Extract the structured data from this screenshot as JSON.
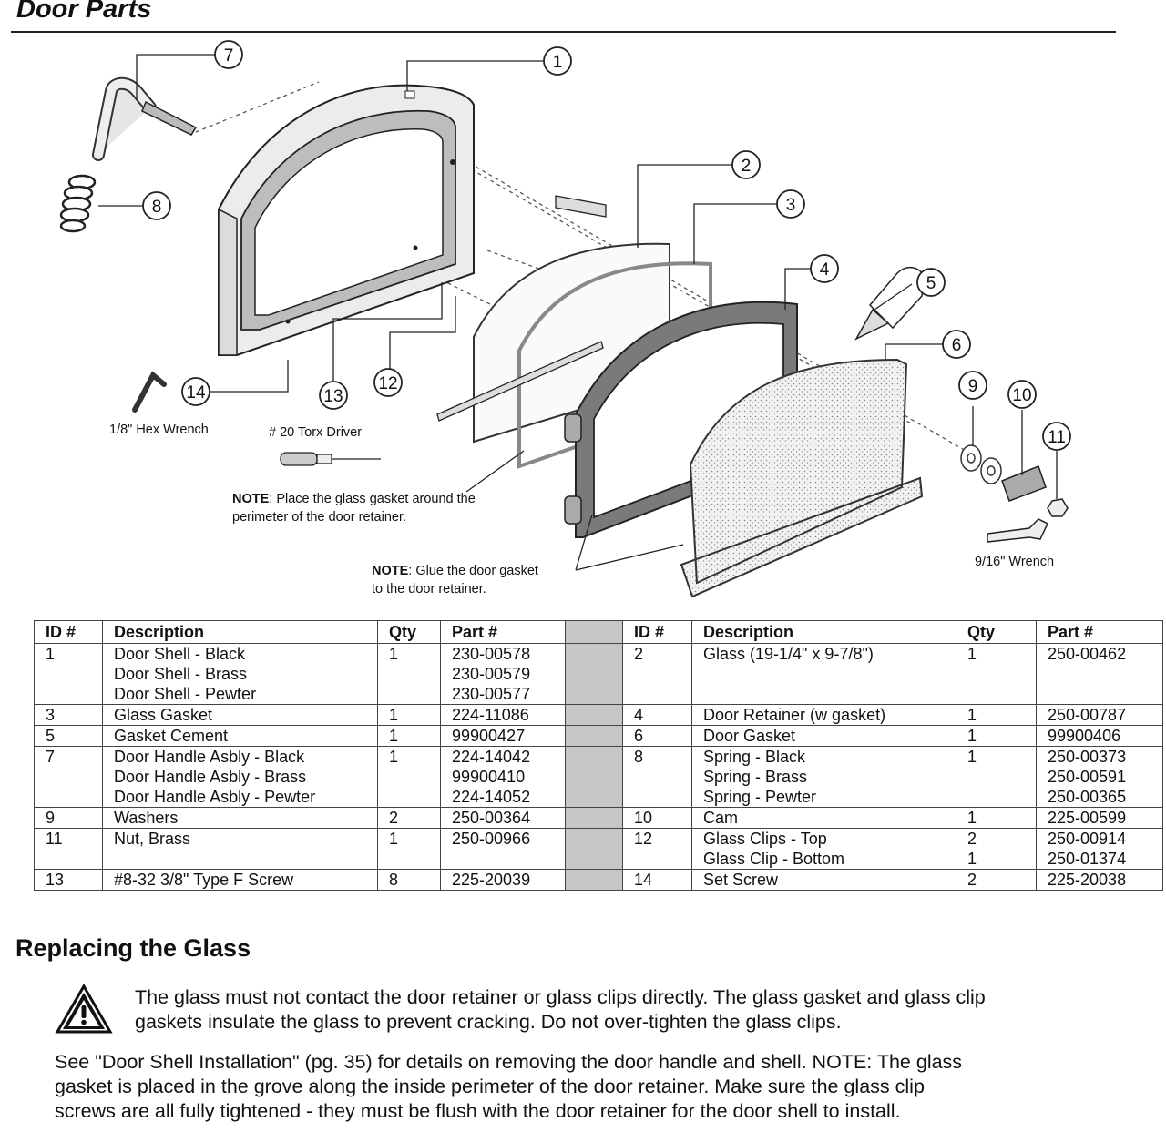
{
  "header": {
    "title": "Door Parts"
  },
  "diagram": {
    "callouts": [
      "1",
      "2",
      "3",
      "4",
      "5",
      "6",
      "7",
      "8",
      "9",
      "10",
      "11",
      "12",
      "13",
      "14"
    ],
    "tools": {
      "hex_wrench": "1/8\" Hex Wrench",
      "torx_driver": "# 20 Torx Driver",
      "wrench": "9/16\" Wrench"
    },
    "notes": {
      "glass_gasket": {
        "label": "NOTE",
        "line1": ": Place the glass gasket around the",
        "line2": "perimeter of the door retainer."
      },
      "door_gasket": {
        "label": "NOTE",
        "line1": ": Glue the door gasket",
        "line2": "to the door retainer."
      }
    }
  },
  "parts_table": {
    "headers": [
      "ID #",
      "Description",
      "Qty",
      "Part #",
      "ID #",
      "Description",
      "Qty",
      "Part #"
    ],
    "rows": [
      {
        "left": {
          "id": "1",
          "desc": [
            "Door Shell - Black",
            "Door Shell - Brass",
            "Door Shell - Pewter"
          ],
          "qty": [
            "1"
          ],
          "part": [
            "230-00578",
            "230-00579",
            "230-00577"
          ]
        },
        "right": {
          "id": "2",
          "desc": [
            "Glass (19-1/4\" x 9-7/8\")"
          ],
          "qty": [
            "1"
          ],
          "part": [
            "250-00462"
          ]
        }
      },
      {
        "left": {
          "id": "3",
          "desc": [
            "Glass Gasket"
          ],
          "qty": [
            "1"
          ],
          "part": [
            "224-11086"
          ]
        },
        "right": {
          "id": "4",
          "desc": [
            "Door  Retainer (w gasket)"
          ],
          "qty": [
            "1"
          ],
          "part": [
            "250-00787"
          ]
        }
      },
      {
        "left": {
          "id": "5",
          "desc": [
            "Gasket Cement"
          ],
          "qty": [
            "1"
          ],
          "part": [
            "99900427"
          ]
        },
        "right": {
          "id": "6",
          "desc": [
            "Door Gasket"
          ],
          "qty": [
            "1"
          ],
          "part": [
            "99900406"
          ]
        }
      },
      {
        "left": {
          "id": "7",
          "desc": [
            "Door Handle Asbly - Black",
            "Door Handle Asbly - Brass",
            "Door Handle Asbly - Pewter"
          ],
          "qty": [
            "1"
          ],
          "part": [
            "224-14042",
            "99900410",
            "224-14052"
          ]
        },
        "right": {
          "id": "8",
          "desc": [
            "Spring - Black",
            "Spring - Brass",
            "Spring - Pewter"
          ],
          "qty": [
            "1"
          ],
          "part": [
            "250-00373",
            "250-00591",
            "250-00365"
          ]
        }
      },
      {
        "left": {
          "id": "9",
          "desc": [
            "Washers"
          ],
          "qty": [
            "2"
          ],
          "part": [
            "250-00364"
          ]
        },
        "right": {
          "id": "10",
          "desc": [
            "Cam"
          ],
          "qty": [
            "1"
          ],
          "part": [
            "225-00599"
          ]
        }
      },
      {
        "left": {
          "id": "11",
          "desc": [
            "Nut, Brass"
          ],
          "qty": [
            "1"
          ],
          "part": [
            "250-00966"
          ]
        },
        "right": {
          "id": "12",
          "desc": [
            "Glass Clips - Top",
            "Glass Clip - Bottom"
          ],
          "qty": [
            "2",
            "1"
          ],
          "part": [
            "250-00914",
            "250-01374"
          ]
        }
      },
      {
        "left": {
          "id": "13",
          "desc": [
            "#8-32 3/8\" Type F Screw"
          ],
          "qty": [
            "8"
          ],
          "part": [
            "225-20039"
          ]
        },
        "right": {
          "id": "14",
          "desc": [
            "Set Screw"
          ],
          "qty": [
            "2"
          ],
          "part": [
            "225-20038"
          ]
        }
      }
    ]
  },
  "replacing_glass": {
    "title": "Replacing the Glass",
    "warning_icon": "warning-triangle-icon",
    "warning_lines": [
      "The glass must not contact the door retainer or glass clips directly.  The glass gasket and glass clip",
      "gaskets insulate the glass to prevent cracking.  Do not over-tighten the glass clips."
    ],
    "body_lines": [
      "See \"Door Shell Installation\" (pg. 35) for details on removing the door handle and shell.  NOTE: The glass",
      "gasket is placed in the grove along the inside perimeter of the door retainer.  Make sure the glass clip",
      "screws are all fully tightened - they must be flush with the door retainer for the door shell to install."
    ]
  }
}
